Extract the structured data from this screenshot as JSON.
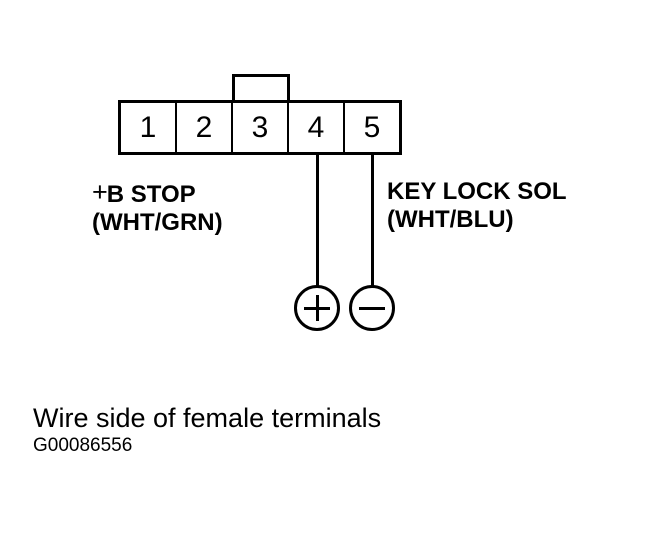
{
  "diagram": {
    "connector": {
      "terminals": [
        {
          "pin": "1"
        },
        {
          "pin": "2"
        },
        {
          "pin": "3"
        },
        {
          "pin": "4"
        },
        {
          "pin": "5"
        }
      ],
      "lock_tab_name": "locking-tab"
    },
    "circuit_labels": [
      {
        "id": "b-stop",
        "prefix": "+",
        "name": "B STOP",
        "wire_color": "(WHT/GRN)",
        "pin": "4",
        "polarity": "positive"
      },
      {
        "id": "key-lock-sol",
        "prefix": "",
        "name": "KEY LOCK SOL",
        "wire_color": "(WHT/BLU)",
        "pin": "5",
        "polarity": "negative"
      }
    ],
    "probes": [
      {
        "id": "positive-probe",
        "symbol": "+"
      },
      {
        "id": "negative-probe",
        "symbol": "−"
      }
    ],
    "caption": {
      "title": "Wire side of female terminals",
      "figure_id": "G00086556"
    },
    "colors": {
      "line": "#000000",
      "background": "#ffffff"
    }
  }
}
